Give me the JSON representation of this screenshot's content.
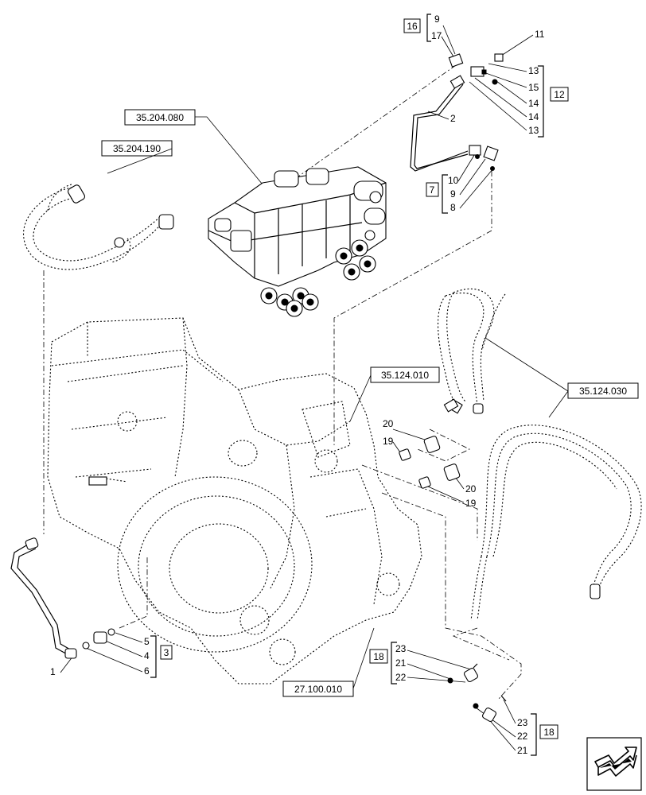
{
  "references": {
    "hose_left": "35.204.190",
    "valve_block": "35.204.080",
    "housing_top": "35.124.010",
    "hoses_right": "35.124.030",
    "housing_bottom": "27.100.010"
  },
  "groups": {
    "g16": "16",
    "g12": "12",
    "g7": "7",
    "g3": "3",
    "g18a": "18",
    "g18b": "18"
  },
  "parts": {
    "p9a": "9",
    "p17": "17",
    "p11": "11",
    "p13a": "13",
    "p15": "15",
    "p14a": "14",
    "p14b": "14",
    "p13b": "13",
    "p2": "2",
    "p10": "10",
    "p9b": "9",
    "p8": "8",
    "p20a": "20",
    "p19a": "19",
    "p20b": "20",
    "p19b": "19",
    "p5": "5",
    "p4": "4",
    "p6": "6",
    "p1": "1",
    "p23a": "23",
    "p21a": "21",
    "p22a": "22",
    "p23b": "23",
    "p22b": "22",
    "p21b": "21"
  }
}
